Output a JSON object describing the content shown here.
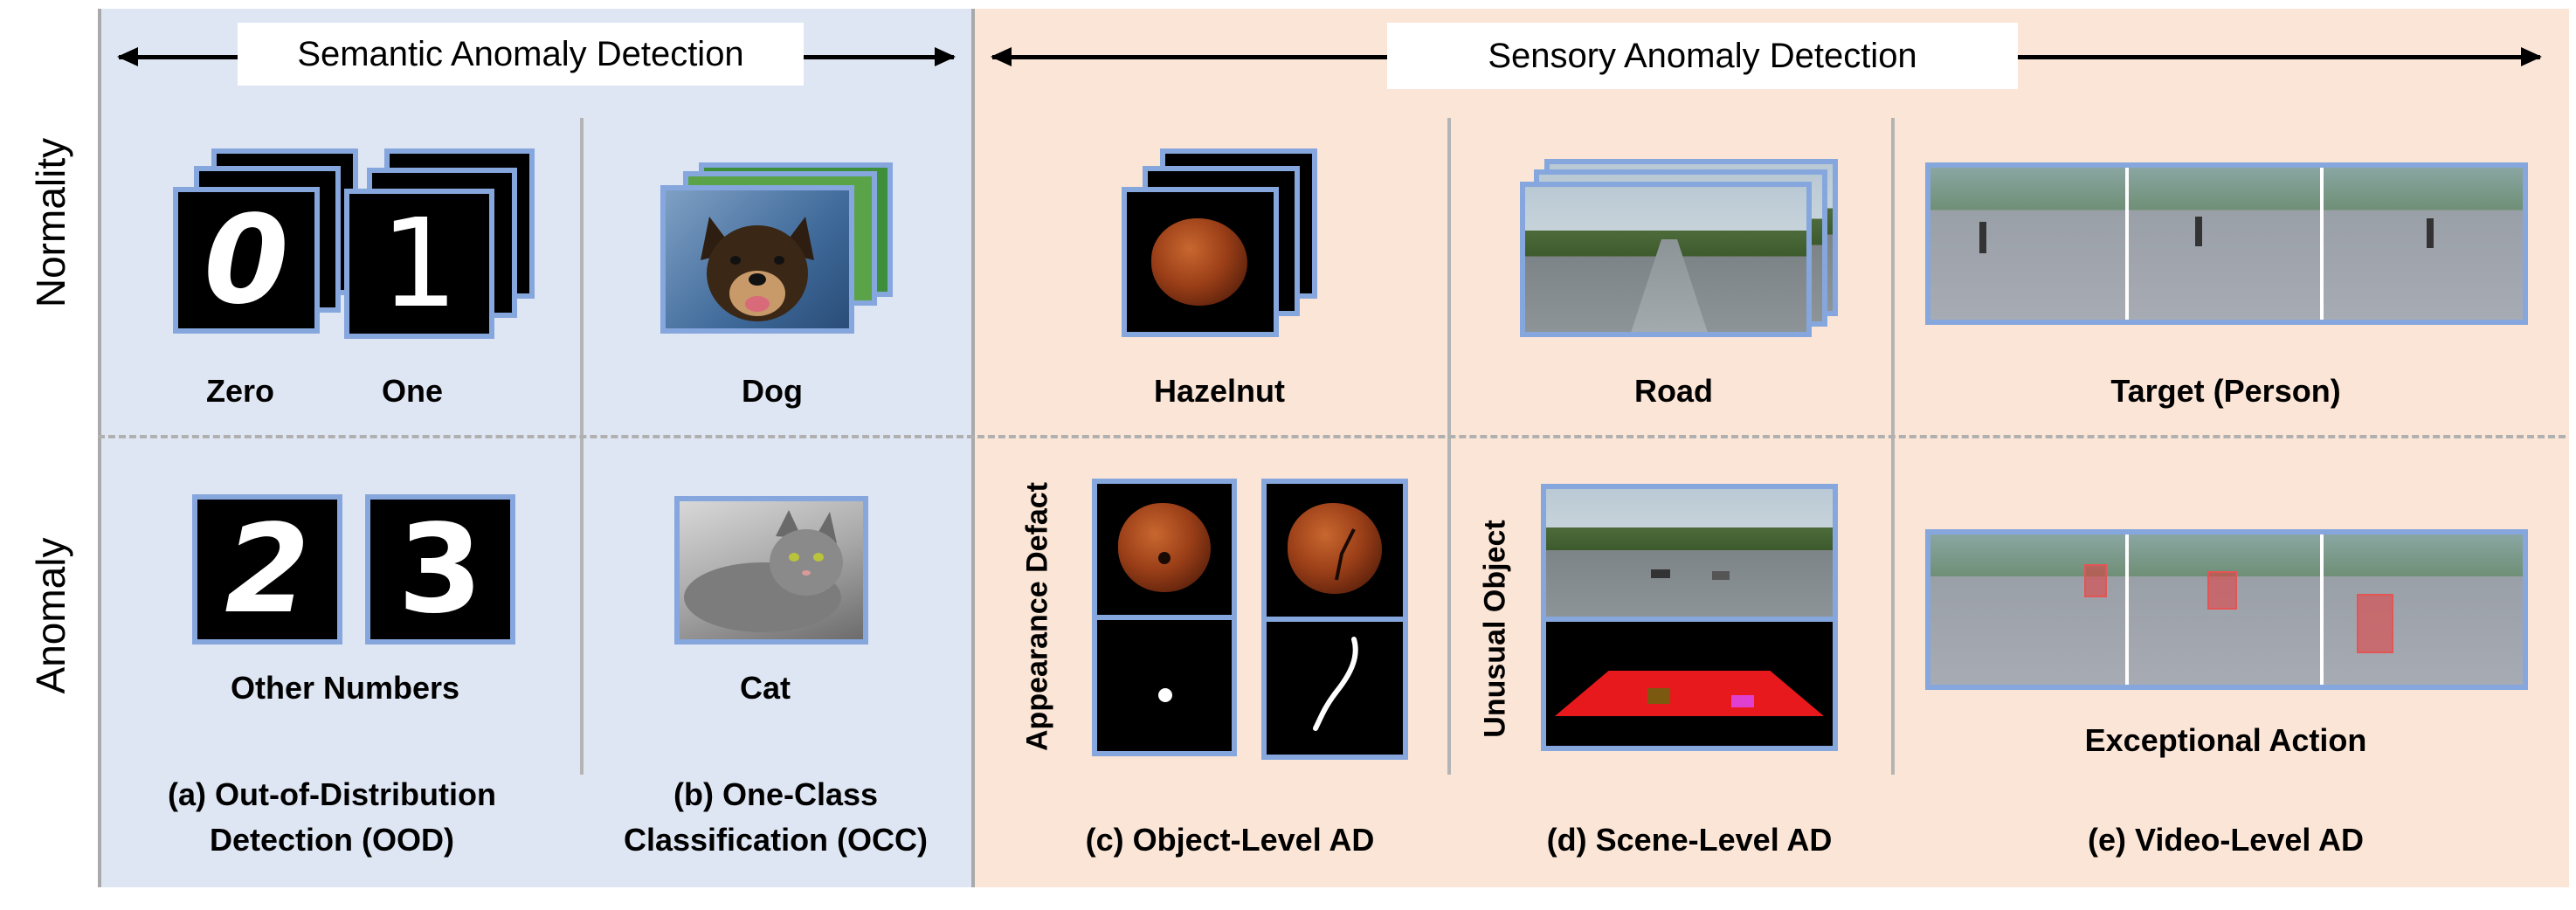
{
  "headers": {
    "semantic": "Semantic Anomaly Detection",
    "sensory": "Sensory Anomaly Detection"
  },
  "rows": {
    "normality": "Normality",
    "anomaly": "Anomaly"
  },
  "normal_labels": {
    "zero": "Zero",
    "one": "One",
    "dog": "Dog",
    "hazelnut": "Hazelnut",
    "road": "Road",
    "target": "Target (Person)"
  },
  "anomaly_labels": {
    "other_numbers": "Other Numbers",
    "cat": "Cat",
    "appearance_defect": "Appearance Defact",
    "unusual_object": "Unusual Object",
    "exceptional_action": "Exceptional Action"
  },
  "digits": {
    "normal": [
      "0",
      "1"
    ],
    "anomaly": [
      "2",
      "3"
    ]
  },
  "captions": {
    "a_line1": "(a) Out-of-Distribution",
    "a_line2": "Detection (OOD)",
    "b_line1": "(b) One-Class",
    "b_line2": "Classification (OCC)",
    "c": "(c) Object-Level AD",
    "d": "(d) Scene-Level AD",
    "e": "(e) Video-Level AD"
  },
  "colors": {
    "semantic_bg": "#dfe6f3",
    "sensory_bg": "#fbe5d6",
    "frame_border": "#86a7dd",
    "anomaly_box": "#e35555"
  }
}
